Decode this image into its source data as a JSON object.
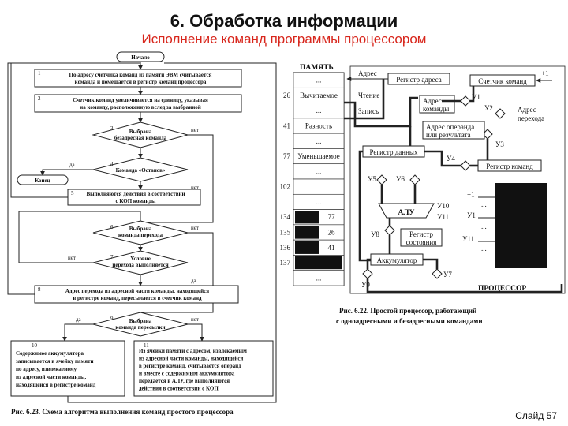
{
  "slide": {
    "title": "6. Обработка информации",
    "subtitle": "Исполнение команд программы процессором",
    "slide_number": "Слайд 57"
  },
  "flowchart": {
    "start": "Начало",
    "end": "Конец",
    "step1": {
      "num": "1",
      "line1": "По адресу счетчика команд из памяти ЭВМ считывается",
      "line2": "команда и помещается в регистр команд процессора"
    },
    "step2": {
      "num": "2",
      "line1": "Счетчик команд увеличивается на единицу, указывая",
      "line2": "на команду, расположенную вслед за выбранной"
    },
    "step3": {
      "num": "3",
      "line1": "Выбрана",
      "line2": "безадресная команда"
    },
    "step4": {
      "num": "4",
      "line1": "Команда «Останов»"
    },
    "step5": {
      "num": "5",
      "line1": "Выполняются действия в соответствии",
      "line2": "с КОП команды"
    },
    "step6": {
      "num": "6",
      "line1": "Выбрана",
      "line2": "команда перехода"
    },
    "step7": {
      "num": "7",
      "line1": "Условие",
      "line2": "перехода выполняется"
    },
    "step8": {
      "num": "8",
      "line1": "Адрес перехода из адресной части команды, находящейся",
      "line2": "в регистре команд, пересылается в счетчик команд"
    },
    "step9": {
      "num": "9",
      "line1": "Выбрана",
      "line2": "команда пересылки"
    },
    "step10": {
      "num": "10",
      "lines": [
        "Содержимое аккумулятора",
        "записывается в ячейку памяти",
        "по адресу, извлекаемому",
        "из адресной части команды,",
        "находящейся в регистре команд"
      ]
    },
    "step11": {
      "num": "11",
      "lines": [
        "Из ячейки памяти с адресом, извлекаемым",
        "из адресной части команды, находящейся",
        "в регистре команд, считывается операнд",
        "и вместе с содержимым аккумулятора",
        "передается в АЛУ, где выполняются",
        "действия в соответствии с КОП"
      ]
    },
    "yes": "да",
    "no": "нет",
    "caption": "Рис. 6.23. Схема алгоритма выполнения команд простого процессора"
  },
  "processor": {
    "memory_title": "ПАМЯТЬ",
    "cells": [
      {
        "addr": "",
        "value": "..."
      },
      {
        "addr": "26",
        "value": "Вычитаемое"
      },
      {
        "addr": "",
        "value": "..."
      },
      {
        "addr": "41",
        "value": "Разность"
      },
      {
        "addr": "",
        "value": "..."
      },
      {
        "addr": "77",
        "value": "Уменьшаемое"
      },
      {
        "addr": "",
        "value": "..."
      },
      {
        "addr": "102",
        "value": ""
      },
      {
        "addr": "",
        "value": "..."
      },
      {
        "addr": "134",
        "value": "77"
      },
      {
        "addr": "135",
        "value": "26"
      },
      {
        "addr": "136",
        "value": "41"
      },
      {
        "addr": "137",
        "value": ""
      },
      {
        "addr": "",
        "value": "..."
      }
    ],
    "labels": {
      "address": "Адрес",
      "read": "Чтение",
      "write": "Запись",
      "addr_register": "Регистр адреса",
      "counter": "Счетчик команд",
      "plus_one": "+1",
      "command_address": "Адрес команды",
      "jump_address": "Адрес перехода",
      "operand_address": "Адрес операнда или результата",
      "data_register": "Регистр данных",
      "command_register": "Регистр команд",
      "alu": "АЛУ",
      "status_register": "Регистр состояния",
      "accumulator": "Аккумулятор",
      "processor": "ПРОЦЕССОР",
      "dots": "..."
    },
    "control": {
      "u1": "У1",
      "u2": "У2",
      "u3": "У3",
      "u4": "У4",
      "u5": "У5",
      "u6": "У6",
      "u7": "У7",
      "u8": "У8",
      "u9": "У9",
      "u10": "У10",
      "u11": "У11",
      "cu_plus1": "+1",
      "cu_u1": "У1",
      "cu_u11": "У11"
    },
    "caption_line1": "Рис. 6.22. Простой процессор, работающий",
    "caption_line2": "с одноадресными и безадресными командами"
  }
}
